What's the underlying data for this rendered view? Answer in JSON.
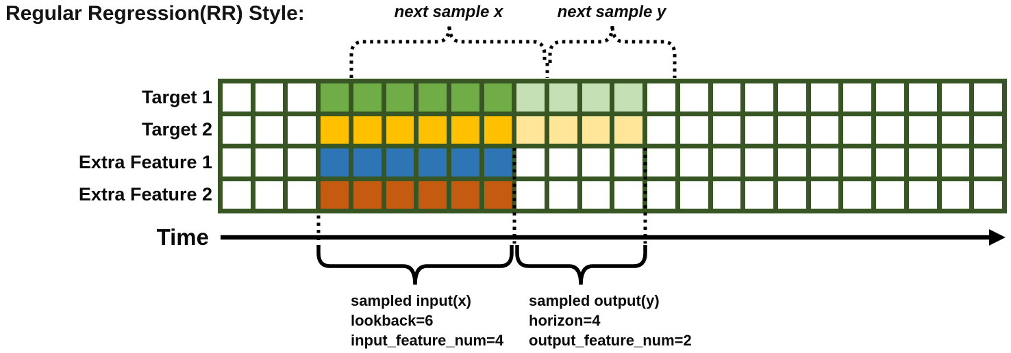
{
  "title": "Regular Regression(RR) Style:",
  "annotations": {
    "next_sample_x": "next sample x",
    "next_sample_y": "next sample y",
    "time_label": "Time",
    "input_block": {
      "line1": "sampled input(x)",
      "line2": "lookback=6",
      "line3": "input_feature_num=4"
    },
    "output_block": {
      "line1": "sampled output(y)",
      "line2": "horizon=4",
      "line3": "output_feature_num=2"
    }
  },
  "sampling": {
    "lookback": 6,
    "horizon": 4,
    "input_feature_num": 4,
    "output_feature_num": 2
  },
  "palette": {
    "grid_border": "#375623",
    "target1_input": "#70AD47",
    "target1_output": "#C5E0B4",
    "target2_input": "#FFC000",
    "target2_output": "#FFE699",
    "extra1_input": "#2E75B6",
    "extra2_input": "#C55A11",
    "empty_cell": "#FFFFFF",
    "annotation_ink": "#000000"
  },
  "grid": {
    "columns": 24,
    "rows": [
      {
        "label": "Target 1",
        "input_color": "#70AD47",
        "output_color": "#C5E0B4",
        "input_start": 4,
        "input_end": 9,
        "output_start": 10,
        "output_end": 13
      },
      {
        "label": "Target 2",
        "input_color": "#FFC000",
        "output_color": "#FFE699",
        "input_start": 4,
        "input_end": 9,
        "output_start": 10,
        "output_end": 13
      },
      {
        "label": "Extra Feature 1",
        "input_color": "#2E75B6",
        "output_color": null,
        "input_start": 4,
        "input_end": 9,
        "output_start": null,
        "output_end": null
      },
      {
        "label": "Extra Feature 2",
        "input_color": "#C55A11",
        "output_color": null,
        "input_start": 4,
        "input_end": 9,
        "output_start": null,
        "output_end": null
      }
    ]
  }
}
